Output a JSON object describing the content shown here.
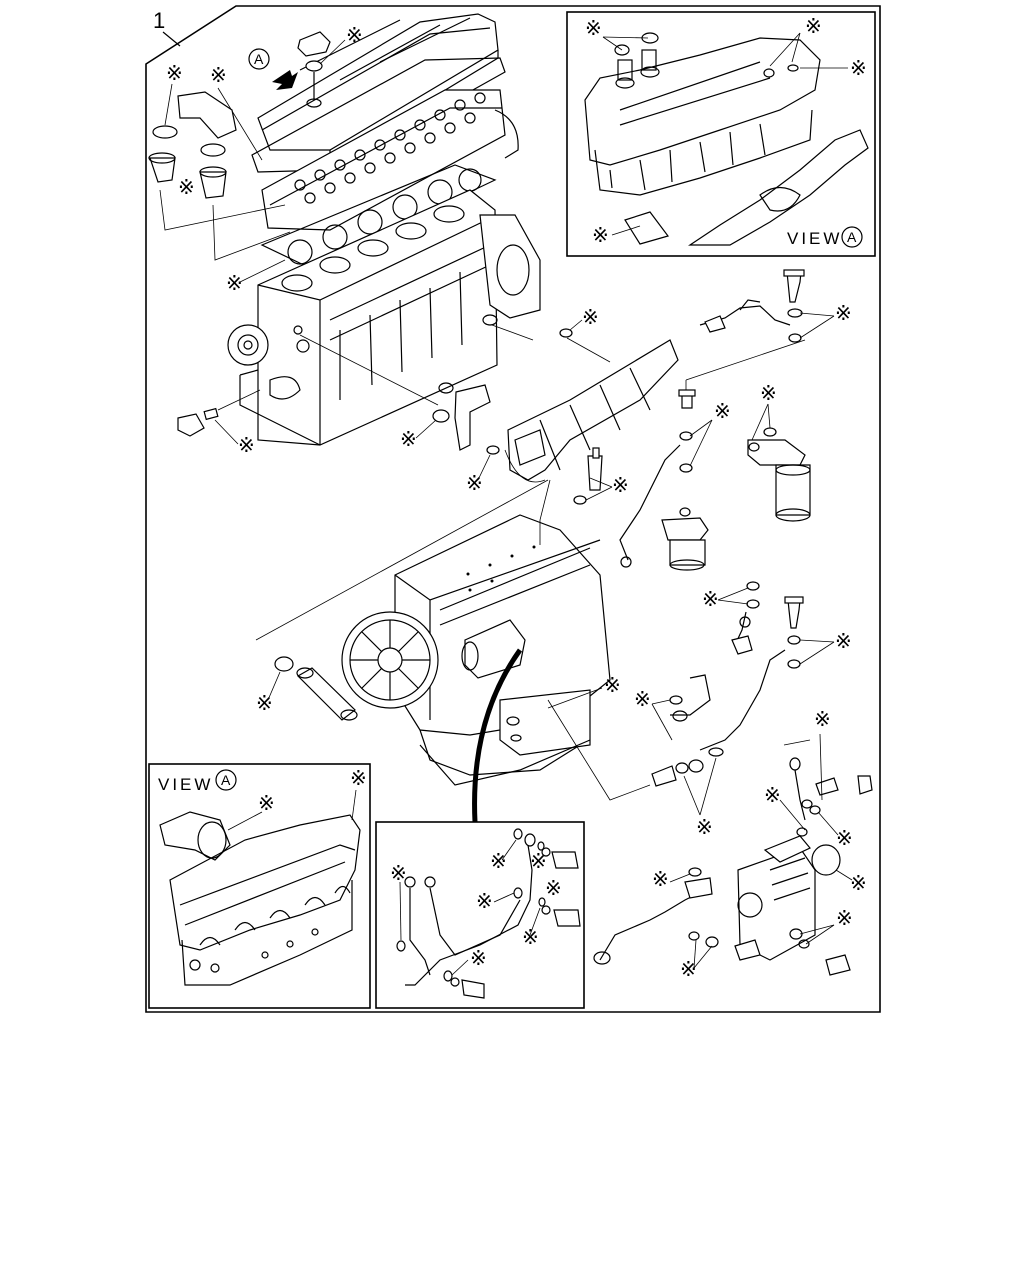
{
  "figure": {
    "item_number": "1",
    "reference_letter": "A",
    "asterisk_symbol": "※"
  },
  "insets": {
    "view_a_top_right": {
      "label": "VIEW",
      "letter": "A"
    },
    "view_a_bottom_left": {
      "label": "VIEW",
      "letter": "A"
    }
  }
}
